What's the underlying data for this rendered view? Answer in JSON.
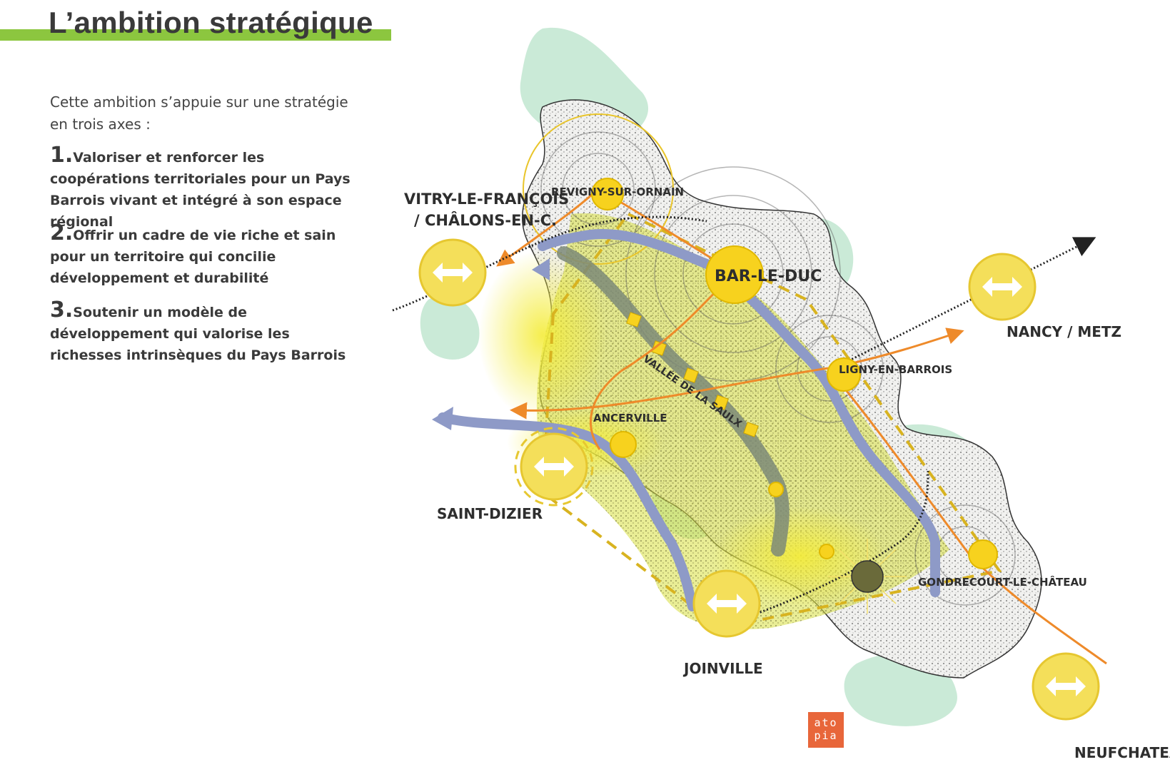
{
  "title": "L’ambition stratégique",
  "intro": "Cette ambition s’appuie sur une stratégie en trois axes :",
  "axes": [
    {
      "num": "1.",
      "text": "Valoriser et renforcer les coopérations territoriales pour un Pays Barrois vivant et intégré à son espace régional"
    },
    {
      "num": "2.",
      "text": "Offrir un cadre de vie riche et sain pour un territoire qui concilie développement et durabilité"
    },
    {
      "num": "3.",
      "text": "Soutenir un modèle de développement qui valorise les richesses intrinsèques du Pays Barrois"
    }
  ],
  "map": {
    "places": {
      "vitry_line1": "VITRY-LE-FRANÇOIS",
      "vitry_line2": "/ CHÂLONS-EN-C.",
      "revigny": "REVIGNY-SUR-ORNAIN",
      "bar_le_duc": "BAR-LE-DUC",
      "ligny": "LIGNY-EN-BARROIS",
      "nancy": "NANCY / METZ",
      "ancerville": "ANCERVILLE",
      "saint_dizier": "SAINT-DIZIER",
      "joinville": "JOINVILLE",
      "gondrecourt": "GONDRECOURT-LE-CHÂTEAU",
      "neufchateau": "NEUFCHATEAU",
      "vallee": "VALLÉE DE LA SAULX"
    },
    "colors": {
      "accent_green": "#8cc63f",
      "hub_yellow": "#f4df5a",
      "town_yellow": "#f7d21e",
      "river_blue": "#8e9ac7",
      "link_orange": "#ee8a2a",
      "valley_grey": "#7d8a78",
      "vegetation_green": "#9fd8b6"
    },
    "icons": [
      "exchange-hub-icon"
    ]
  },
  "logo": {
    "line1": "ato",
    "line2": "pia"
  }
}
